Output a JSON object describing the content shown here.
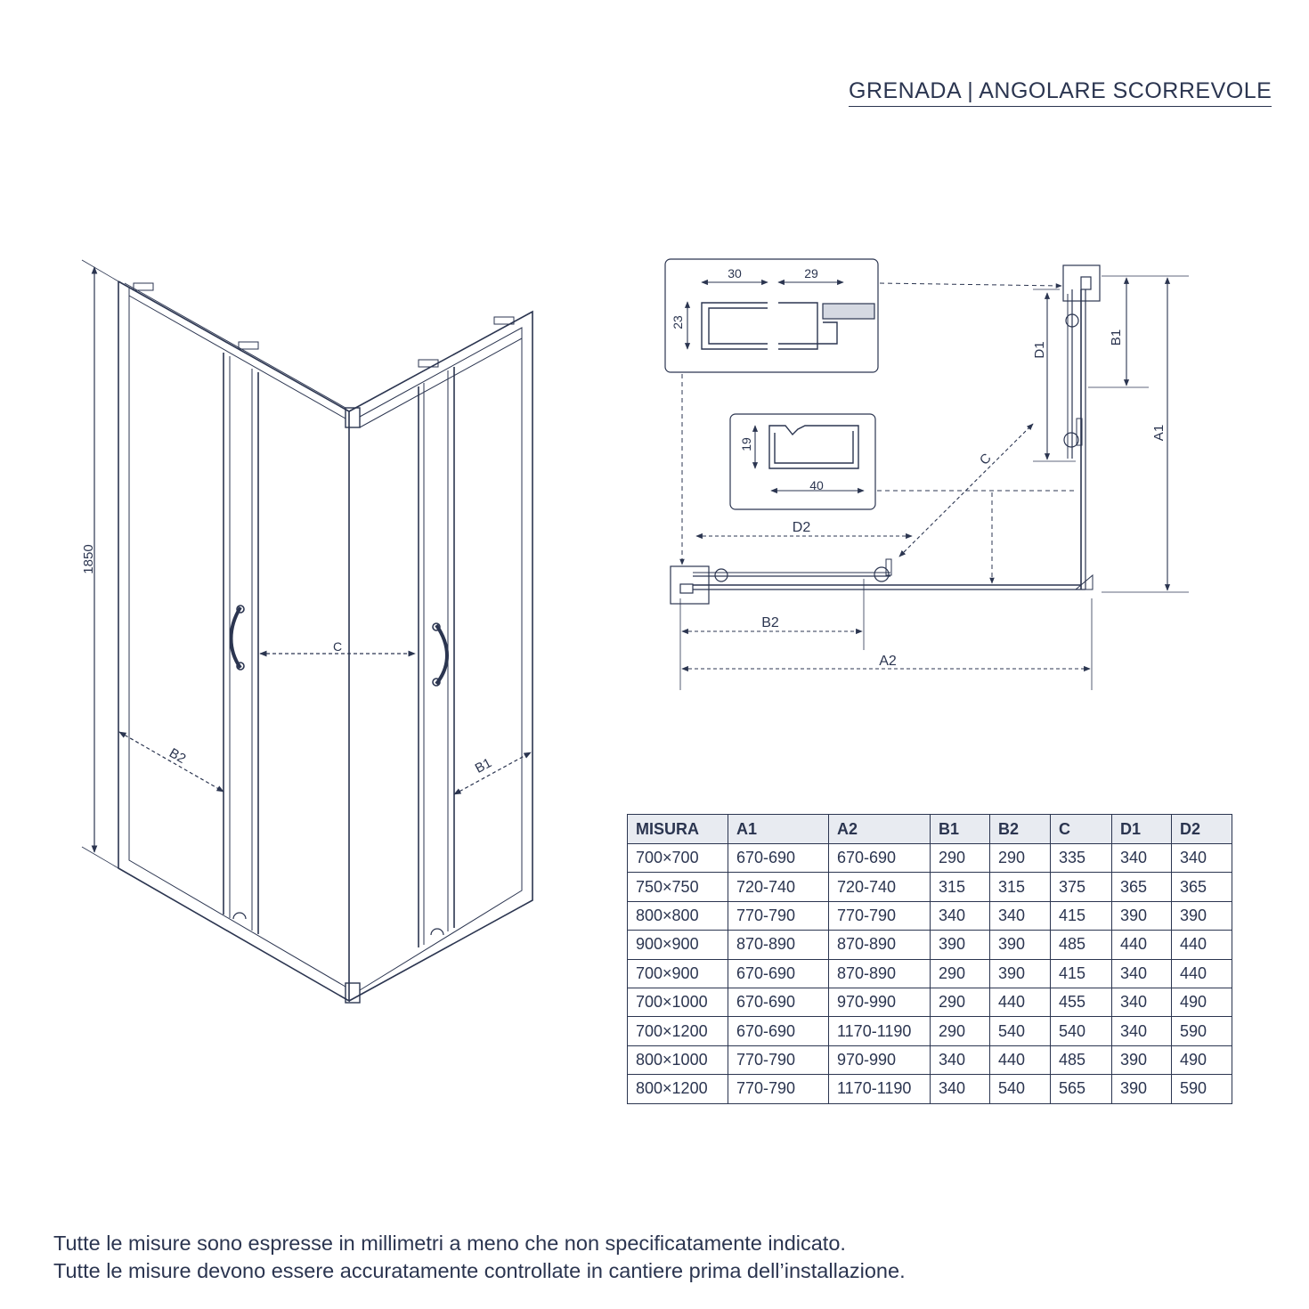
{
  "title": "GRENADA | ANGOLARE SCORREVOLE",
  "perspective_view": {
    "height_label": "1850",
    "c_label": "C",
    "b2_label": "B2",
    "b1_label": "B1"
  },
  "plan_view": {
    "profile_top": {
      "dim_width_1": "30",
      "dim_width_2": "29",
      "dim_height": "23"
    },
    "profile_bottom": {
      "dim_height": "19",
      "dim_width": "40"
    },
    "labels": {
      "d1": "D1",
      "b1": "B1",
      "a1": "A1",
      "c": "C",
      "d2": "D2",
      "b2": "B2",
      "a2": "A2"
    }
  },
  "table": {
    "headers": [
      "MISURA",
      "A1",
      "A2",
      "B1",
      "B2",
      "C",
      "D1",
      "D2"
    ],
    "rows": [
      [
        "700×700",
        "670-690",
        "670-690",
        "290",
        "290",
        "335",
        "340",
        "340"
      ],
      [
        "750×750",
        "720-740",
        "720-740",
        "315",
        "315",
        "375",
        "365",
        "365"
      ],
      [
        "800×800",
        "770-790",
        "770-790",
        "340",
        "340",
        "415",
        "390",
        "390"
      ],
      [
        "900×900",
        "870-890",
        "870-890",
        "390",
        "390",
        "485",
        "440",
        "440"
      ],
      [
        "700×900",
        "670-690",
        "870-890",
        "290",
        "390",
        "415",
        "340",
        "440"
      ],
      [
        "700×1000",
        "670-690",
        "970-990",
        "290",
        "440",
        "455",
        "340",
        "490"
      ],
      [
        "700×1200",
        "670-690",
        "1170-1190",
        "290",
        "540",
        "540",
        "340",
        "590"
      ],
      [
        "800×1000",
        "770-790",
        "970-990",
        "340",
        "440",
        "485",
        "390",
        "490"
      ],
      [
        "800×1200",
        "770-790",
        "1170-1190",
        "340",
        "540",
        "565",
        "390",
        "590"
      ]
    ]
  },
  "notes": [
    "Tutte le misure sono espresse in millimetri a meno che non specificatamente indicato.",
    "Tutte le misure devono essere accuratamente controllate in cantiere prima dell’installazione."
  ],
  "colors": {
    "ink": "#2b3550",
    "header_bg": "#e8ebf1"
  }
}
